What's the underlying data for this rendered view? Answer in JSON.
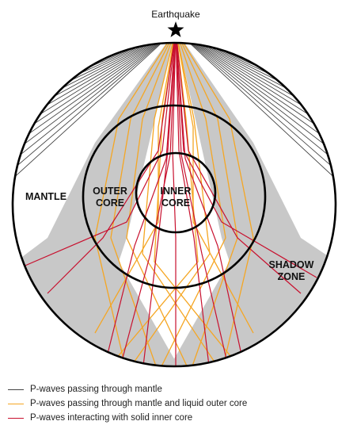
{
  "title": "Earthquake",
  "labels": {
    "mantle": "MANTLE",
    "outer_core_line1": "OUTER",
    "outer_core_line2": "CORE",
    "inner_core_line1": "INNER",
    "inner_core_line2": "CORE",
    "shadow_zone_line1": "SHADOW",
    "shadow_zone_line2": "ZONE"
  },
  "colors": {
    "mantle_wave": "#333333",
    "outer_core_wave": "#f5a623",
    "inner_core_wave": "#c8102e",
    "shadow_zone": "#c8c8c8",
    "boundary": "#000000"
  },
  "legend": [
    {
      "label": "P-waves passing through mantle",
      "color": "#444444"
    },
    {
      "label": "P-waves passing through mantle and liquid outer core",
      "color": "#f5a623"
    },
    {
      "label": "P-waves interacting with solid inner core",
      "color": "#c8102e"
    }
  ]
}
